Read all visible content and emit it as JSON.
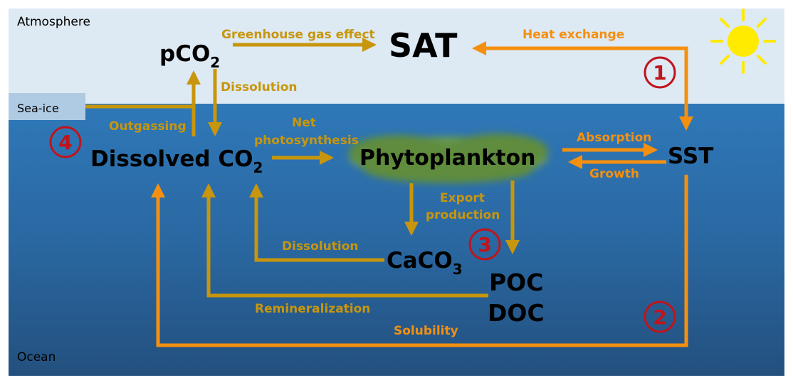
{
  "zones": {
    "atmosphere": "Atmosphere",
    "sea_ice": "Sea-ice",
    "ocean": "Ocean"
  },
  "nodes": {
    "pco2": {
      "main": "pCO",
      "sub": "2"
    },
    "sat": "SAT",
    "dissolved_co2": {
      "main": "Dissolved CO",
      "sub": "2"
    },
    "phytoplankton": "Phytoplankton",
    "sst": "SST",
    "caco3": {
      "main": "CaCO",
      "sub": "3"
    },
    "poc": "POC",
    "doc": "DOC"
  },
  "arrow_labels": {
    "greenhouse": "Greenhouse gas effect",
    "heat_exchange": "Heat exchange",
    "dissolution_top": "Dissolution",
    "outgassing": "Outgassing",
    "net_photo_1": "Net",
    "net_photo_2": "photosynthesis",
    "absorption": "Absorption",
    "growth": "Growth",
    "export_1": "Export",
    "export_2": "production",
    "dissolution_mid": "Dissolution",
    "remineralization": "Remineralization",
    "solubility": "Solubility"
  },
  "markers": {
    "m1": "1",
    "m2": "2",
    "m3": "3",
    "m4": "4"
  },
  "colors": {
    "gold_arrow": "#C8960C",
    "orange_arrow": "#F5900F",
    "marker_red": "#C0141C",
    "sky": "#DDE9F3",
    "ocean_top": "#2F78B8",
    "ocean_bottom": "#24507F",
    "sun": "#FFEB00"
  },
  "icons": [
    "sun-icon",
    "phytoplankton-cloud-icon"
  ]
}
